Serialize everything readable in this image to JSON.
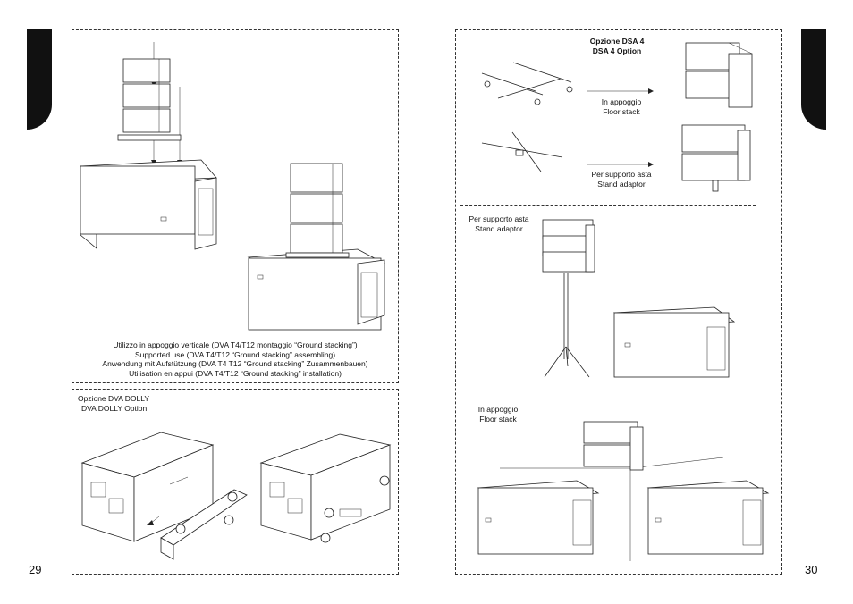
{
  "page_left": {
    "number": "29"
  },
  "page_right": {
    "number": "30"
  },
  "ground_stacking": {
    "lines": [
      "Utilizzo in appoggio verticale (DVA T4/T12 montaggio “Ground stacking”)",
      "Supported use (DVA T4/T12 “Ground stacking” assembling)",
      "Anwendung mit Aufstützung (DVA T4 T12 “Ground stacking” Zusammenbauen)",
      "Utilisation en appui (DVA T4/T12 “Ground stacking” installation)"
    ]
  },
  "dolly": {
    "line1": "Opzione  DVA DOLLY",
    "line2": "DVA DOLLY Option"
  },
  "dsa4": {
    "title_it": "Opzione DSA 4",
    "title_en": "DSA 4 Option",
    "floor_it": "In appoggio",
    "floor_en": "Floor stack",
    "stand_it": "Per supporto asta",
    "stand_en": "Stand adaptor"
  },
  "stand_section": {
    "stand_it": "Per supporto asta",
    "stand_en": "Stand adaptor",
    "floor_it": "In appoggio",
    "floor_en": "Floor stack"
  }
}
